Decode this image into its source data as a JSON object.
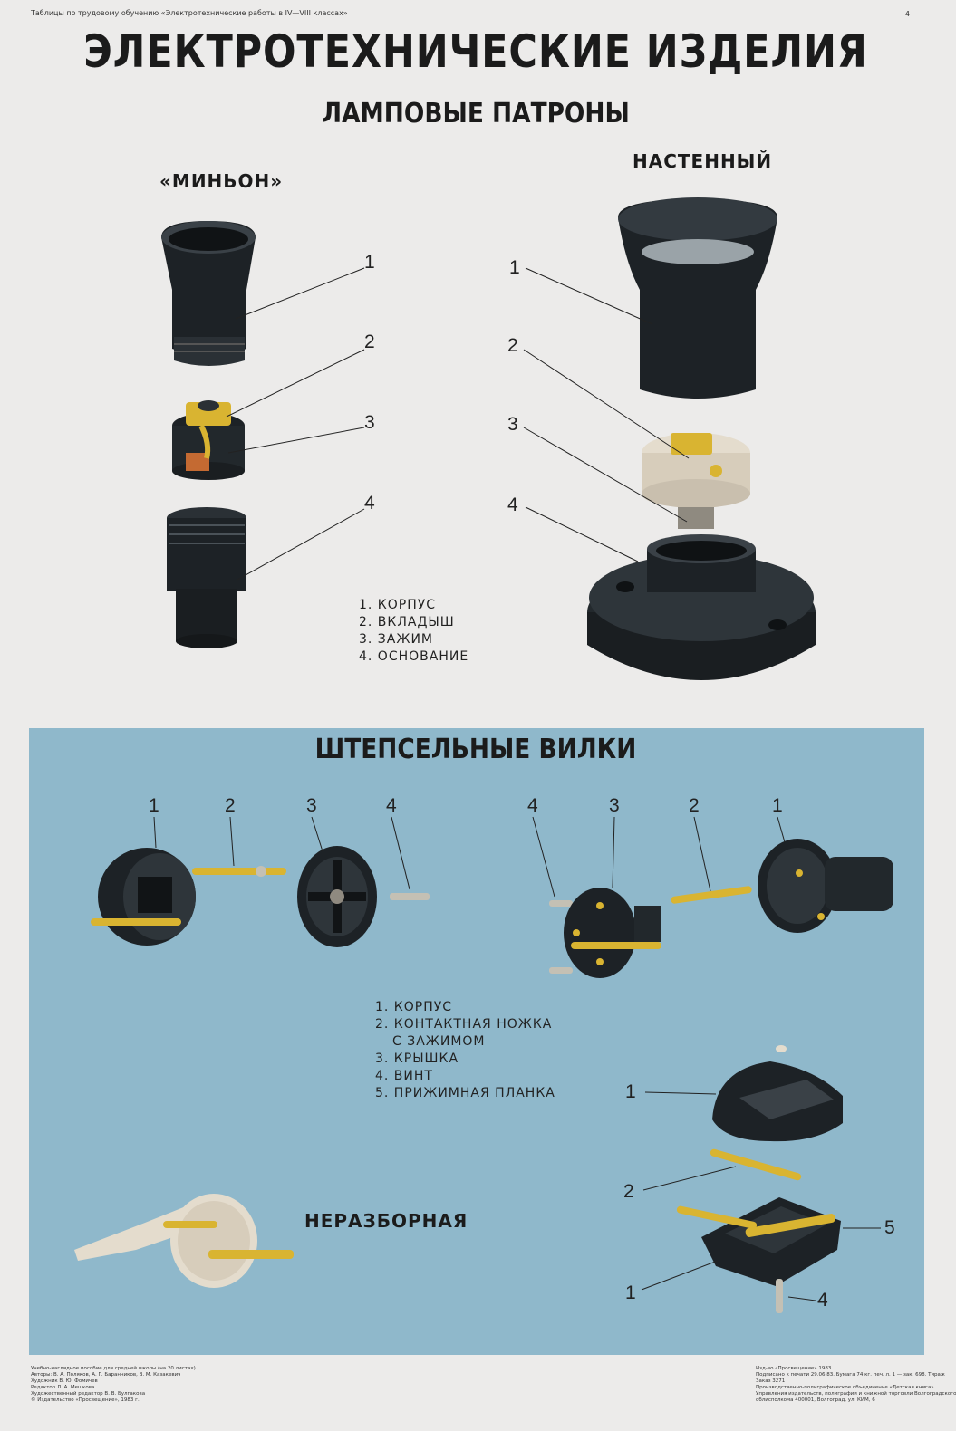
{
  "header_note": "Таблицы по трудовому обучению «Электротехнические работы в IV—VIII классах»",
  "page_number": "4",
  "title": "ЭЛЕКТРОТЕХНИЧЕСКИЕ ИЗДЕЛИЯ",
  "lamp_holders": {
    "title": "ЛАМПОВЫЕ ПАТРОНЫ",
    "minion": {
      "label": "«МИНЬОН»",
      "callouts": [
        "1",
        "2",
        "3",
        "4"
      ]
    },
    "wall": {
      "label": "НАСТЕННЫЙ",
      "callouts": [
        "1",
        "2",
        "3",
        "4"
      ]
    },
    "legend": [
      "1. КОРПУС",
      "2. ВКЛАДЫШ",
      "3. ЗАЖИМ",
      "4. ОСНОВАНИЕ"
    ]
  },
  "plugs": {
    "title": "ШТЕПСЕЛЬНЫЕ ВИЛКИ",
    "left_callouts": [
      "1",
      "2",
      "3",
      "4"
    ],
    "right_callouts": [
      "4",
      "3",
      "2",
      "1"
    ],
    "legend": [
      "1. КОРПУС",
      "2. КОНТАКТНАЯ НОЖКА",
      "С ЗАЖИМОМ",
      "3. КРЫШКА",
      "4. ВИНТ",
      "5. ПРИЖИМНАЯ ПЛАНКА"
    ],
    "non_separable_label": "НЕРАЗБОРНАЯ",
    "exploded_callouts": [
      "1",
      "2",
      "5",
      "1",
      "4"
    ]
  },
  "footer_left": [
    "Учебно-наглядное пособие для средней школы (на 20 листах)",
    "Авторы: В. А. Поляков, А. Г. Баранников, В. М. Казакевич",
    "Художник В. Ю. Фомичев",
    "Редактор Л. А. Мешкова",
    "Художественный редактор В. В. Булгакова",
    "© Издательство «Просвещение», 1983 г."
  ],
  "footer_right": [
    "Изд-во «Просвещение» 1983",
    "Подписано к печати 29.06.83. Бумага 74 кг. печ. л. 1 — зак. 698. Тираж",
    "Заказ 3271",
    "Производственно-полиграфическое объединение «Детская книга»",
    "Управления издательств, полиграфии и книжной торговли Волгоградского",
    "облисполкома 400001, Волгоград, ул. КИМ, 6"
  ],
  "colors": {
    "paper": "#ecebea",
    "panel_blue": "#8fb8cb",
    "bakelite": "#1d2226",
    "brass": "#d9b431",
    "porcelain": "#e4dccd",
    "copper": "#c46a32"
  }
}
